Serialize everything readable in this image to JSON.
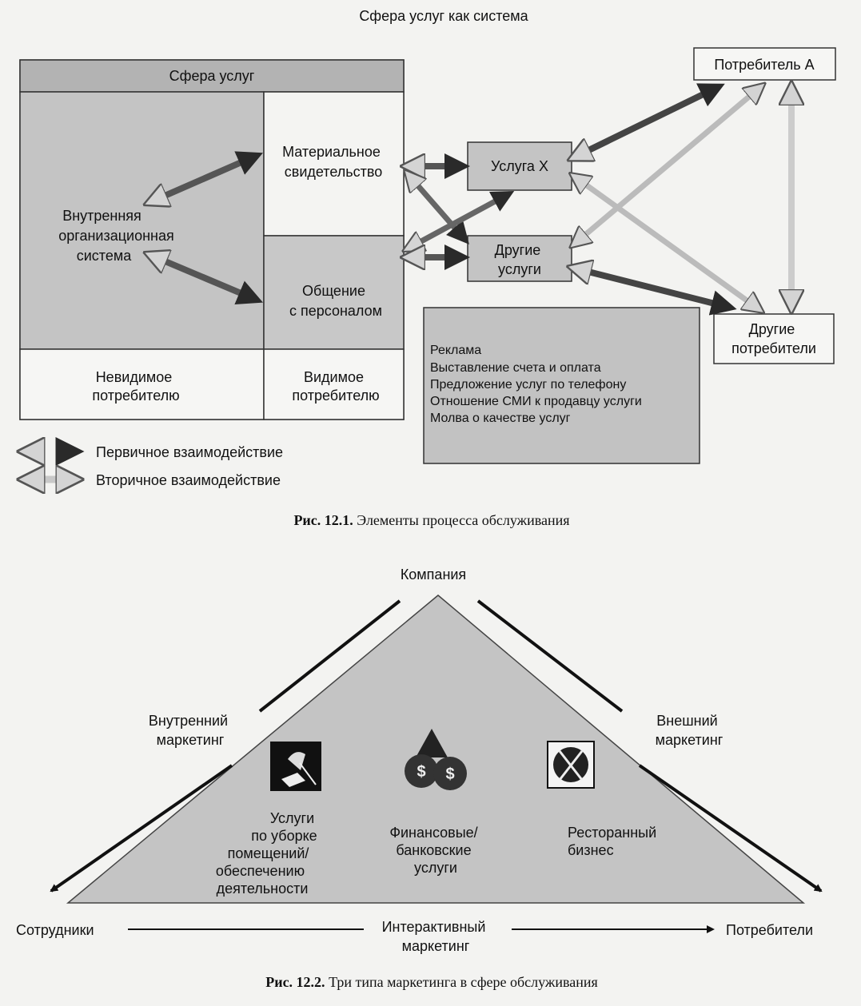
{
  "figure1": {
    "title": "Сфера услуг как система",
    "system_header": "Сфера услуг",
    "internal_system": [
      "Внутренняя",
      "организационная",
      "система"
    ],
    "physical_evidence": [
      "Материальное",
      "свидетельство"
    ],
    "contact_personnel": [
      "Общение",
      "с персоналом"
    ],
    "invisible": [
      "Невидимое",
      "потребителю"
    ],
    "visible": [
      "Видимое",
      "потребителю"
    ],
    "service_x": "Услуга X",
    "other_services": [
      "Другие",
      "услуги"
    ],
    "customer_a": "Потребитель А",
    "other_customers": [
      "Другие",
      "потребители"
    ],
    "other_contacts": [
      "Реклама",
      "Выставление счета и оплата",
      "Предложение услуг по телефону",
      "Отношение СМИ к продавцу услуги",
      "Молва о качестве услуг"
    ],
    "legend": {
      "primary": "Первичное взаимодействие",
      "secondary": "Вторичное взаимодействие"
    },
    "caption_label": "Рис. 12.1.",
    "caption_text": " Элементы процесса обслуживания"
  },
  "figure2": {
    "apex": "Компания",
    "internal": [
      "Внутренний",
      "маркетинг"
    ],
    "external": [
      "Внешний",
      "маркетинг"
    ],
    "employees": "Сотрудники",
    "customers": "Потребители",
    "interactive": [
      "Интерактивный",
      "маркетинг"
    ],
    "cleaning": [
      "Услуги",
      "по уборке",
      "помещений/",
      "обеспечению",
      "деятельности"
    ],
    "finance": [
      "Финансовые/",
      "банковские",
      "услуги"
    ],
    "restaurant": [
      "Ресторанный",
      "бизнес"
    ],
    "caption_label": "Рис. 12.2.",
    "caption_text": " Три типа маркетинга в сфере обслуживания"
  },
  "colors": {
    "primary_arrow": "#2a2a2a",
    "secondary_arrow": "#c8c8c8",
    "box_fill": "#bdbdbd"
  }
}
